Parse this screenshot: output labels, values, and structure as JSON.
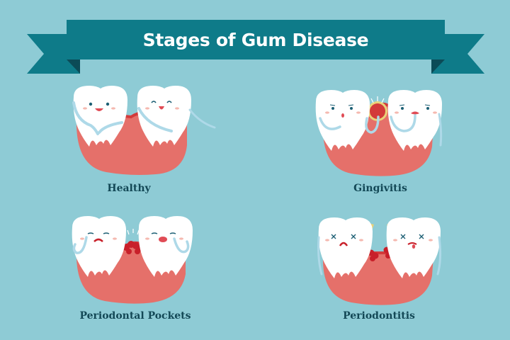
{
  "banner": {
    "title": "Stages of Gum Disease"
  },
  "stages": [
    {
      "label": "Healthy",
      "state": "healthy"
    },
    {
      "label": "Gingivitis",
      "state": "gingivitis"
    },
    {
      "label": "Periodontal Pockets",
      "state": "periodontal-pockets"
    },
    {
      "label": "Periodontitis",
      "state": "periodontitis"
    }
  ],
  "colors": {
    "background": "#8ecbd5",
    "banner": "#0e7b89",
    "banner_fold": "#0b4b57",
    "gum": "#e5706a",
    "gum_dark": "#d33a3a",
    "tooth": "#ffffff",
    "tooth_shade": "#e6f2f4",
    "floss": "#aed9e8",
    "plaque": "#e9d37a",
    "label_text": "#134856"
  }
}
